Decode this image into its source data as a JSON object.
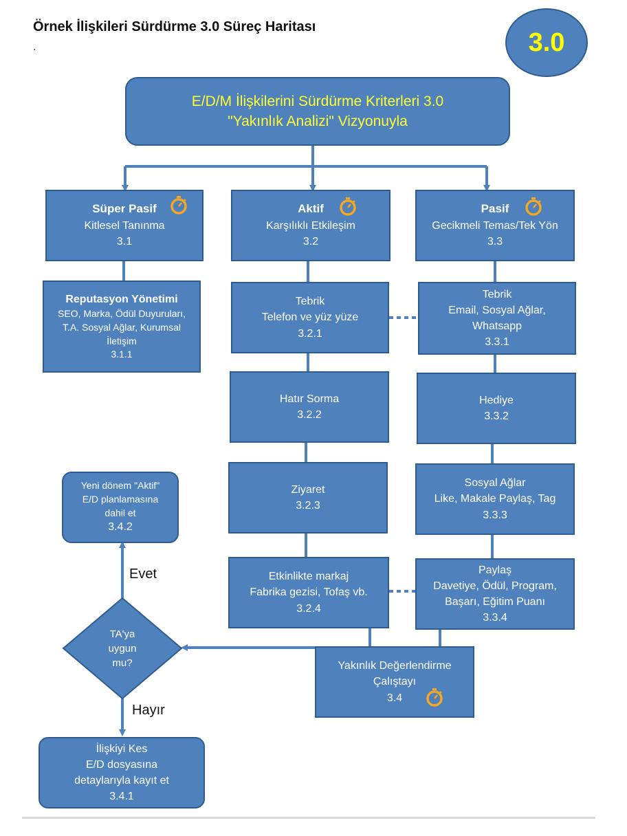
{
  "header": {
    "title": "Örnek İlişkileri Sürdürme 3.0 Süreç Haritası",
    "dot": ".",
    "badge": "3.0"
  },
  "main_box": {
    "line1": "E/D/M İlişkilerini Sürdürme Kriterleri 3.0",
    "line2": "\"Yakınlık Analizi\" Vizyonuyla"
  },
  "columns": {
    "super_pasif": {
      "title": "Süper Pasif",
      "sub": "Kitlesel Tanınma",
      "code": "3.1"
    },
    "aktif": {
      "title": "Aktif",
      "sub": "Karşılıklı Etkileşim",
      "code": "3.2"
    },
    "pasif": {
      "title": "Pasif",
      "sub": "Gecikmeli Temas/Tek Yön",
      "code": "3.3"
    }
  },
  "reputasyon": {
    "title": "Reputasyon Yönetimi",
    "line1": "SEO, Marka, Ödül Duyuruları,",
    "line2": "T.A. Sosyal Ağlar, Kurumsal",
    "line3": "İletişim",
    "code": "3.1.1"
  },
  "aktif_steps": [
    {
      "l1": "Tebrik",
      "l2": "Telefon ve yüz yüze",
      "code": "3.2.1"
    },
    {
      "l1": "Hatır Sorma",
      "l2": "",
      "code": "3.2.2"
    },
    {
      "l1": "Ziyaret",
      "l2": "",
      "code": "3.2.3"
    },
    {
      "l1": "Etkinlikte markaj",
      "l2": "Fabrika gezisi, Tofaş vb.",
      "code": "3.2.4"
    }
  ],
  "pasif_steps": [
    {
      "l1": "Tebrik",
      "l2": "Email, Sosyal Ağlar,",
      "l3": "Whatsapp",
      "code": "3.3.1"
    },
    {
      "l1": "Hediye",
      "l2": "",
      "l3": "",
      "code": "3.3.2"
    },
    {
      "l1": "Sosyal Ağlar",
      "l2": "Like, Makale Paylaş, Tag",
      "l3": "",
      "code": "3.3.3"
    },
    {
      "l1": "Paylaş",
      "l2": "Davetiye, Ödül, Program,",
      "l3": "Başarı, Eğitim Puanı",
      "code": "3.3.4"
    }
  ],
  "yakinlik": {
    "l1": "Yakınlık Değerlendirme",
    "l2": "Çalıştayı",
    "code": "3.4"
  },
  "decision": {
    "l1": "TA'ya",
    "l2": "uygun",
    "l3": "mu?",
    "yes": "Evet",
    "no": "Hayır"
  },
  "yeni_donem": {
    "l1": "Yeni dönem \"Aktif\"",
    "l2": "E/D planlamasına",
    "l3": "dahil et",
    "code": "3.4.2"
  },
  "iliski_kes": {
    "l1": "İlişkiyi Kes",
    "l2": "E/D dosyasına",
    "l3": "detaylarıyla kayıt et",
    "code": "3.4.1"
  },
  "colors": {
    "box_fill": "#4f81bd",
    "box_border": "#2f5c8f",
    "highlight_text": "#ffff00",
    "timer": "#f5a623"
  },
  "icons": [
    "stopwatch-icon"
  ]
}
